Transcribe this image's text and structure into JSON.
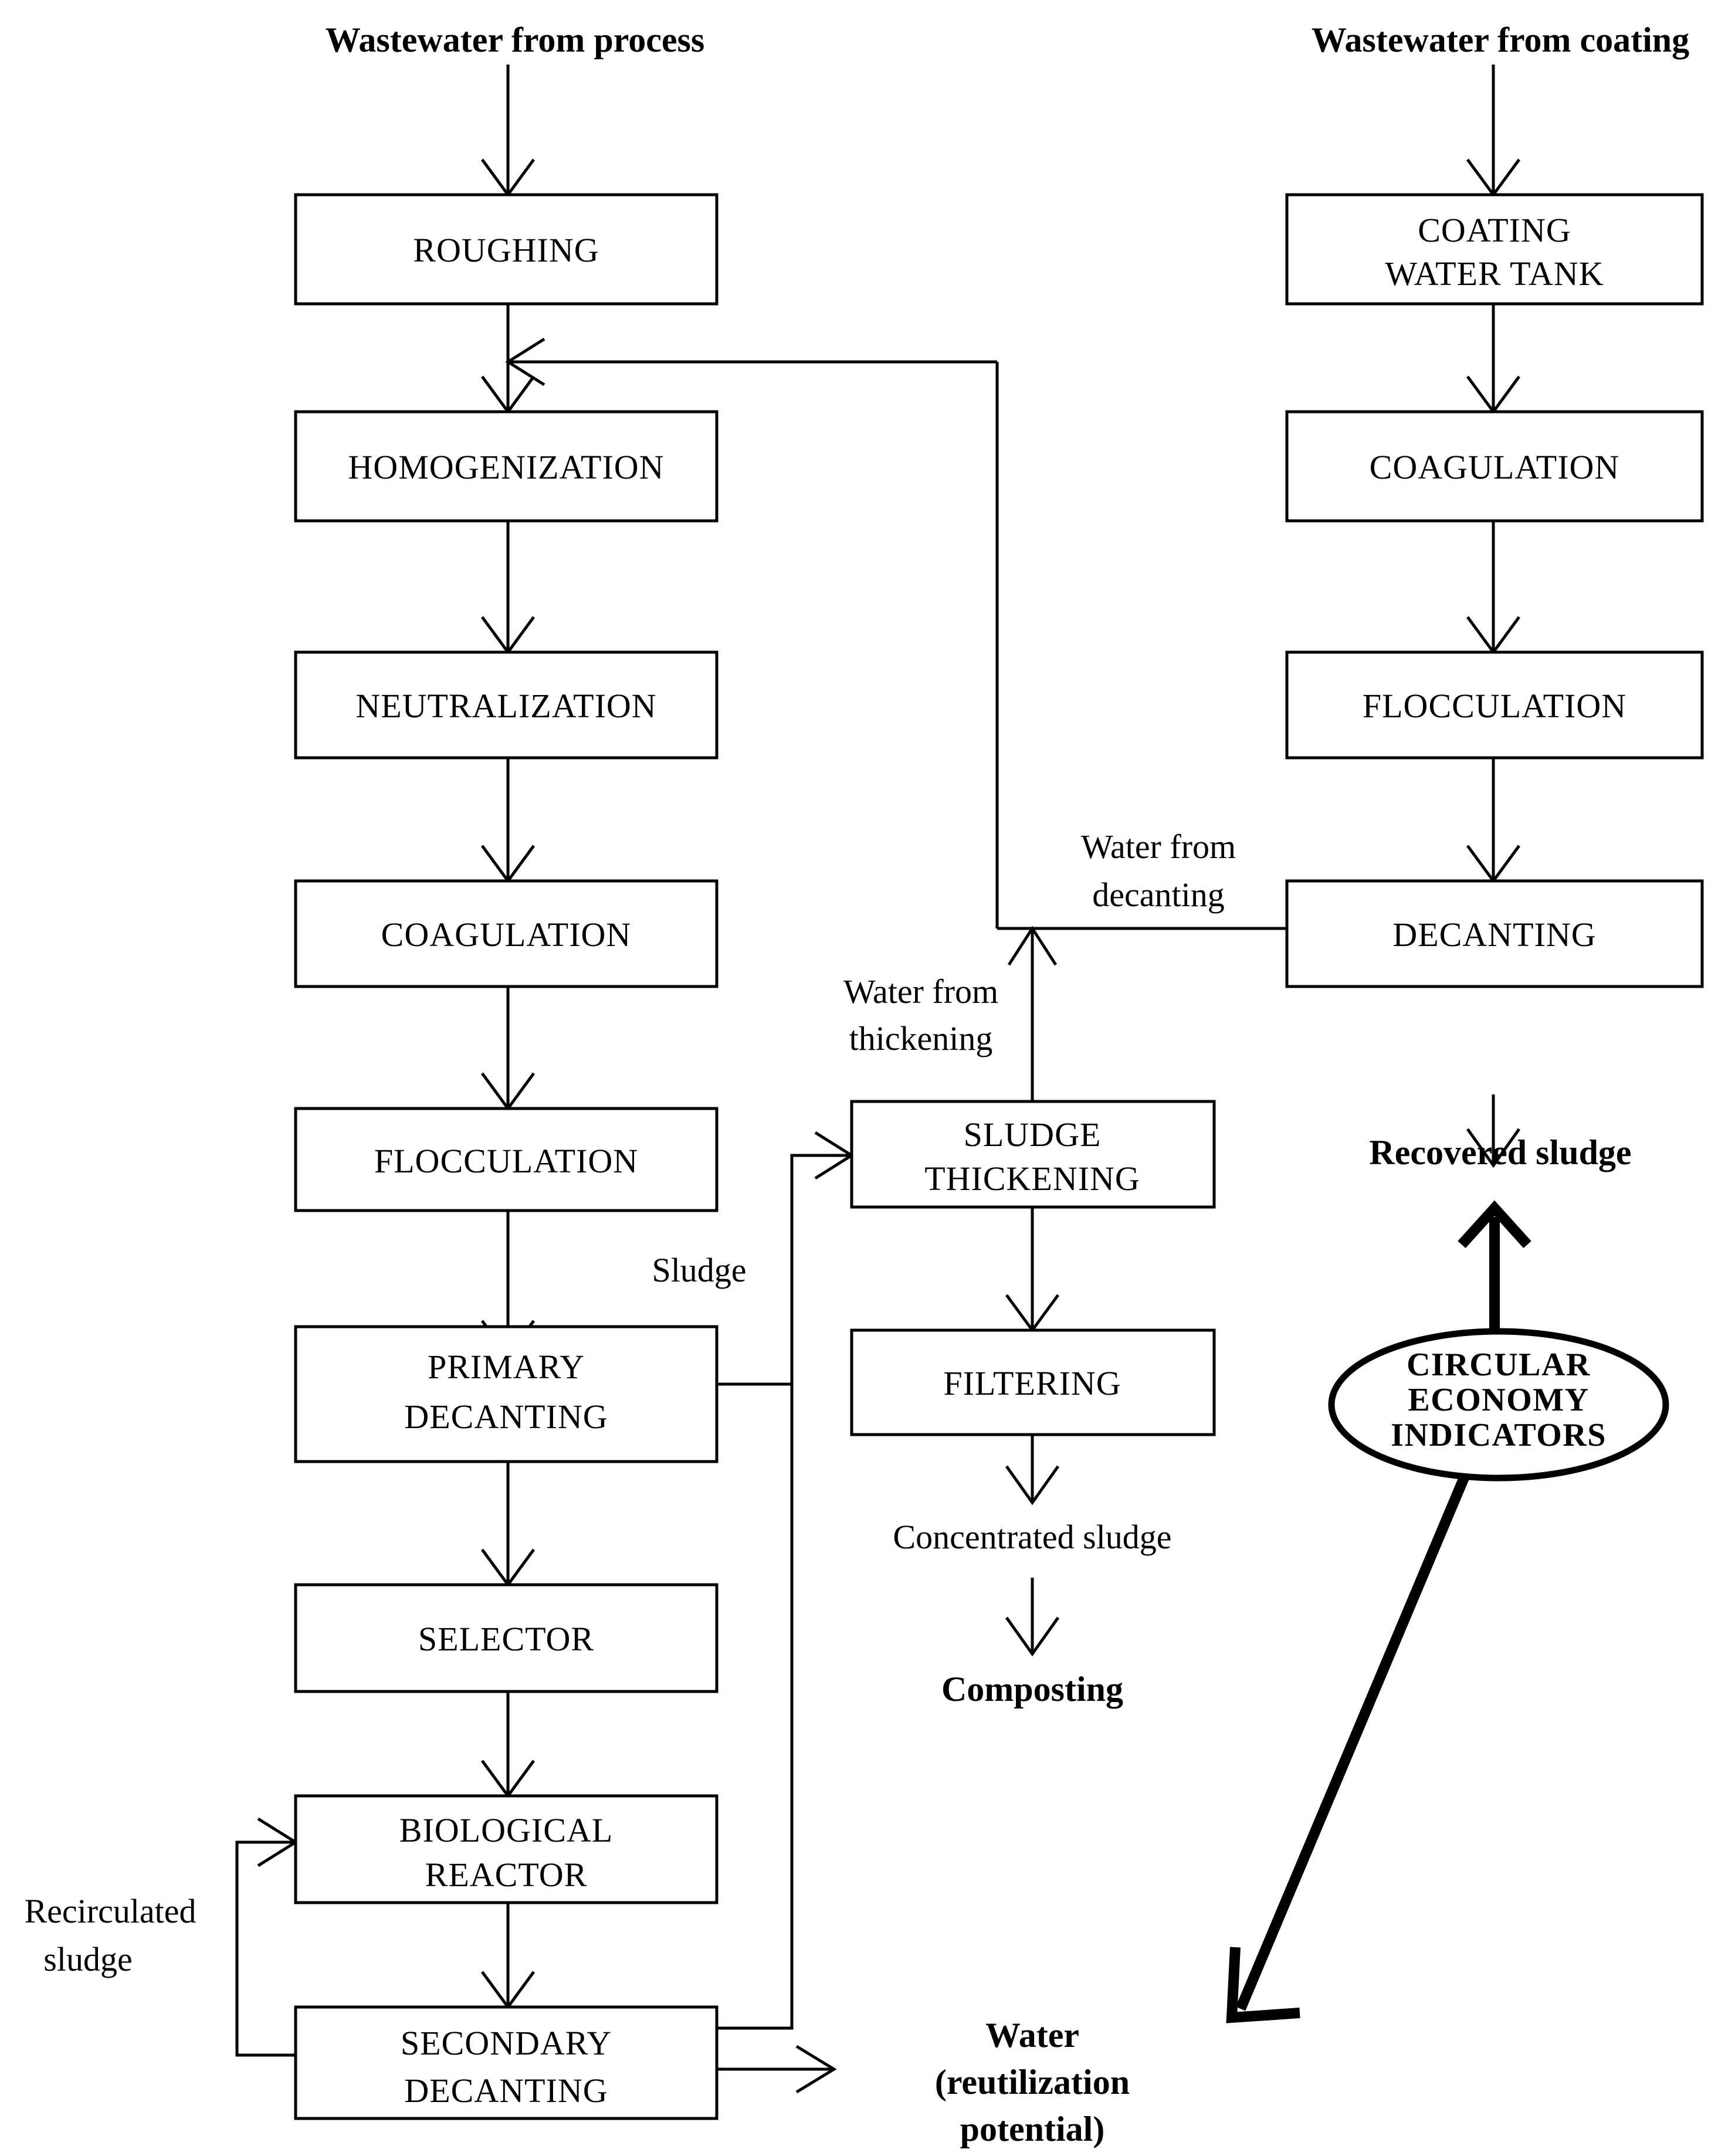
{
  "diagram": {
    "title": "Wastewater treatment plant flow diagram with circular economy indicators",
    "colors": {
      "line": "#000000",
      "box_fill": "#ffffff",
      "background": "#ffffff"
    },
    "inputs": [
      {
        "id": "in-process",
        "label": "Wastewater from process"
      },
      {
        "id": "in-coating",
        "label": "Wastewater from coating"
      }
    ],
    "process_boxes": [
      {
        "id": "roughing",
        "label_line1": "ROUGHING",
        "label_line2": ""
      },
      {
        "id": "homogenization",
        "label_line1": "HOMOGENIZATION",
        "label_line2": ""
      },
      {
        "id": "neutralization",
        "label_line1": "NEUTRALIZATION",
        "label_line2": ""
      },
      {
        "id": "coagulation-left",
        "label_line1": "COAGULATION",
        "label_line2": ""
      },
      {
        "id": "flocculation-left",
        "label_line1": "FLOCCULATION",
        "label_line2": ""
      },
      {
        "id": "primary-decanting",
        "label_line1": "PRIMARY",
        "label_line2": "DECANTING"
      },
      {
        "id": "selector",
        "label_line1": "SELECTOR",
        "label_line2": ""
      },
      {
        "id": "biological-reactor",
        "label_line1": "BIOLOGICAL",
        "label_line2": "REACTOR"
      },
      {
        "id": "secondary-decanting",
        "label_line1": "SECONDARY",
        "label_line2": "DECANTING"
      },
      {
        "id": "sludge-thickening",
        "label_line1": "SLUDGE",
        "label_line2": "THICKENING"
      },
      {
        "id": "filtering",
        "label_line1": "FILTERING",
        "label_line2": ""
      },
      {
        "id": "coating-water-tank",
        "label_line1": "COATING",
        "label_line2": "WATER TANK"
      },
      {
        "id": "coagulation-right",
        "label_line1": "COAGULATION",
        "label_line2": ""
      },
      {
        "id": "flocculation-right",
        "label_line1": "FLOCCULATION",
        "label_line2": ""
      },
      {
        "id": "decanting-right",
        "label_line1": "DECANTING",
        "label_line2": ""
      }
    ],
    "edge_labels": [
      {
        "id": "water-from-decanting",
        "line1": "Water from",
        "line2": "decanting"
      },
      {
        "id": "water-from-thickening",
        "line1": "Water from",
        "line2": "thickening"
      },
      {
        "id": "sludge",
        "line1": "Sludge",
        "line2": ""
      },
      {
        "id": "recirculated-sludge",
        "line1": "Recirculated",
        "line2": "sludge"
      },
      {
        "id": "concentrated-sludge",
        "line1": "Concentrated sludge",
        "line2": ""
      }
    ],
    "outputs": [
      {
        "id": "composting",
        "line1": "Composting",
        "line2": "",
        "line3": ""
      },
      {
        "id": "water-reuse",
        "line1": "Water",
        "line2": "(reutilization",
        "line3": "potential)"
      },
      {
        "id": "recovered-sludge",
        "line1": "Recovered sludge",
        "line2": "",
        "line3": ""
      }
    ],
    "indicator_oval": {
      "id": "circular-economy-indicators",
      "line1": "CIRCULAR",
      "line2": "ECONOMY",
      "line3": "INDICATORS"
    }
  }
}
